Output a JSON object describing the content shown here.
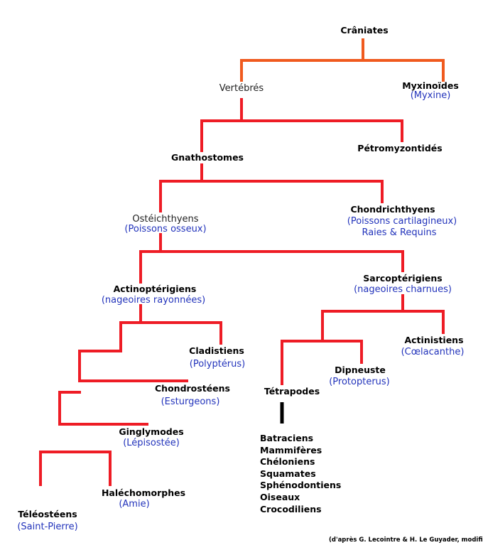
{
  "nodes": {
    "craniates": "Crâniates",
    "vertebres": "Vertébrés",
    "myxinoides": {
      "name": "Myxinoïdes",
      "example": "(Myxine)"
    },
    "petromyzontides": "Pétromyzontidés",
    "gnathostomes": "Gnathostomes",
    "osteichthyens": {
      "name": "Ostéichthyens",
      "example": "(Poissons osseux)"
    },
    "chondrichthyens": {
      "name": "Chondrichthyens",
      "example": "(Poissons cartilagineux)",
      "example2": "Raies & Requins"
    },
    "actinopterigiens": {
      "name": "Actinoptérigiens",
      "example": "(nageoires rayonnées)"
    },
    "sarcopterigiens": {
      "name": "Sarcoptérigiens",
      "example": "(nageoires charnues)"
    },
    "cladistiens": {
      "name": "Cladistiens",
      "example": "(Polyptérus)"
    },
    "chondrosteens": {
      "name": "Chondrostéens",
      "example": "(Esturgeons)"
    },
    "ginglymodes": {
      "name": "Ginglymodes",
      "example": "(Lépisostée)"
    },
    "halechomorphes": {
      "name": "Haléchomorphes",
      "example": "(Amie)"
    },
    "teleosteens": {
      "name": "Téléostéens",
      "example": "(Saint-Pierre)"
    },
    "actinistiens": {
      "name": "Actinistiens",
      "example": "(Cœlacanthe)"
    },
    "dipneuste": {
      "name": "Dipneuste",
      "example": "(Protopterus)"
    },
    "tetrapodes": "Tétrapodes"
  },
  "tetrapod_groups": [
    "Batraciens",
    "Mammifères",
    "Chéloniens",
    "Squamates",
    "Sphénodontiens",
    "Oiseaux",
    "Crocodiliens"
  ],
  "credit": "(d'après G. Lecointre & H. Le Guyader, modifié)",
  "colors": {
    "branch": "#ee1c25",
    "root_branch": "#f05a1e",
    "tetrapod_stem": "#000000",
    "example_text": "#2233bb"
  }
}
